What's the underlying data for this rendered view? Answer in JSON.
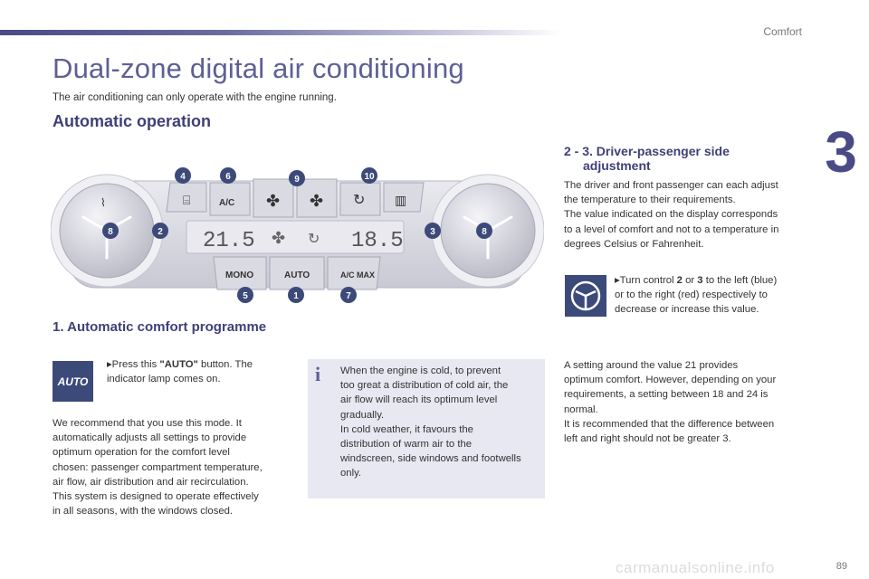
{
  "header": {
    "section": "Comfort",
    "chapter": "3"
  },
  "title": "Dual-zone digital air conditioning",
  "intro": "The air conditioning can only operate with the engine running.",
  "automatic_heading": "Automatic operation",
  "panel": {
    "display_left": "21.5",
    "display_right": "18.5",
    "buttons": [
      "A/C",
      "MONO",
      "AUTO",
      "A/C MAX"
    ],
    "callouts": [
      "4",
      "6",
      "9",
      "10",
      "8",
      "2",
      "3",
      "8",
      "5",
      "1",
      "7"
    ]
  },
  "programme": {
    "heading": "1. Automatic comfort programme",
    "icon_label": "AUTO",
    "bullet_pre": "Press this ",
    "bullet_bold": "\"AUTO\"",
    "bullet_post": " button. The indicator lamp comes on.",
    "recommend": [
      "We recommend that you use this mode. It",
      "automatically adjusts all settings to provide",
      "optimum operation for the comfort level",
      "chosen: passenger compartment temperature,",
      "air flow, air distribution and air recirculation.",
      "This system is designed to operate effectively",
      "in all seasons, with the windows closed."
    ]
  },
  "note": {
    "lines": [
      "When the engine is cold, to prevent",
      "too great a distribution of cold air, the",
      "air flow will reach its optimum level",
      "gradually.",
      "In cold weather, it favours the",
      "distribution of warm air to the",
      "windscreen, side windows and footwells",
      "only."
    ]
  },
  "driver": {
    "heading_l1": "2 - 3. Driver-passenger side",
    "heading_l2": "adjustment",
    "para": [
      "The driver and front passenger can each adjust",
      "the temperature to their requirements.",
      "The value indicated on the display corresponds",
      "to a level of comfort and not to a temperature in",
      "degrees Celsius or Fahrenheit."
    ],
    "turn_pre": "Turn control ",
    "turn_b1": "2",
    "turn_mid": " or ",
    "turn_b2": "3",
    "turn_post": " to the left (blue) or to the right (red) respectively to decrease or increase this value.",
    "setting": [
      "A setting around the value 21 provides",
      "optimum comfort. However, depending on your",
      "requirements, a setting between 18 and 24 is",
      "normal.",
      "It is recommended that the difference between",
      "left and right should not be greater 3."
    ]
  },
  "footer": {
    "page": "89",
    "watermark": "carmanualsonline.info"
  },
  "colors": {
    "accent": "#5f5f95",
    "heading": "#3f3f78",
    "icon_bg": "#3c4a7a",
    "callout": "#3c4a7a",
    "note_bg": "#e8e8f2"
  }
}
